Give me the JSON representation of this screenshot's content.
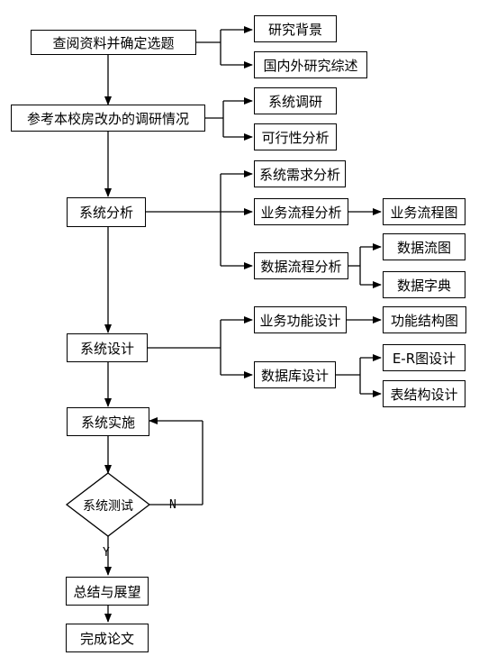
{
  "nodes": {
    "research_topic": "查阅资料并确定选题",
    "background": "研究背景",
    "literature": "国内外研究综述",
    "survey_office": "参考本校房改办的调研情况",
    "system_survey": "系统调研",
    "feasibility": "可行性分析",
    "system_analysis": "系统分析",
    "requirements": "系统需求分析",
    "business_flow": "业务流程分析",
    "business_flow_chart": "业务流程图",
    "data_flow": "数据流程分析",
    "dfd": "数据流图",
    "data_dictionary": "数据字典",
    "system_design": "系统设计",
    "function_design": "业务功能设计",
    "function_structure": "功能结构图",
    "database_design": "数据库设计",
    "er_design": "E-R图设计",
    "table_design": "表结构设计",
    "implementation": "系统实施",
    "testing": "系统测试",
    "summary": "总结与展望",
    "thesis": "完成论文"
  },
  "labels": {
    "no": "N",
    "yes": "Y"
  }
}
